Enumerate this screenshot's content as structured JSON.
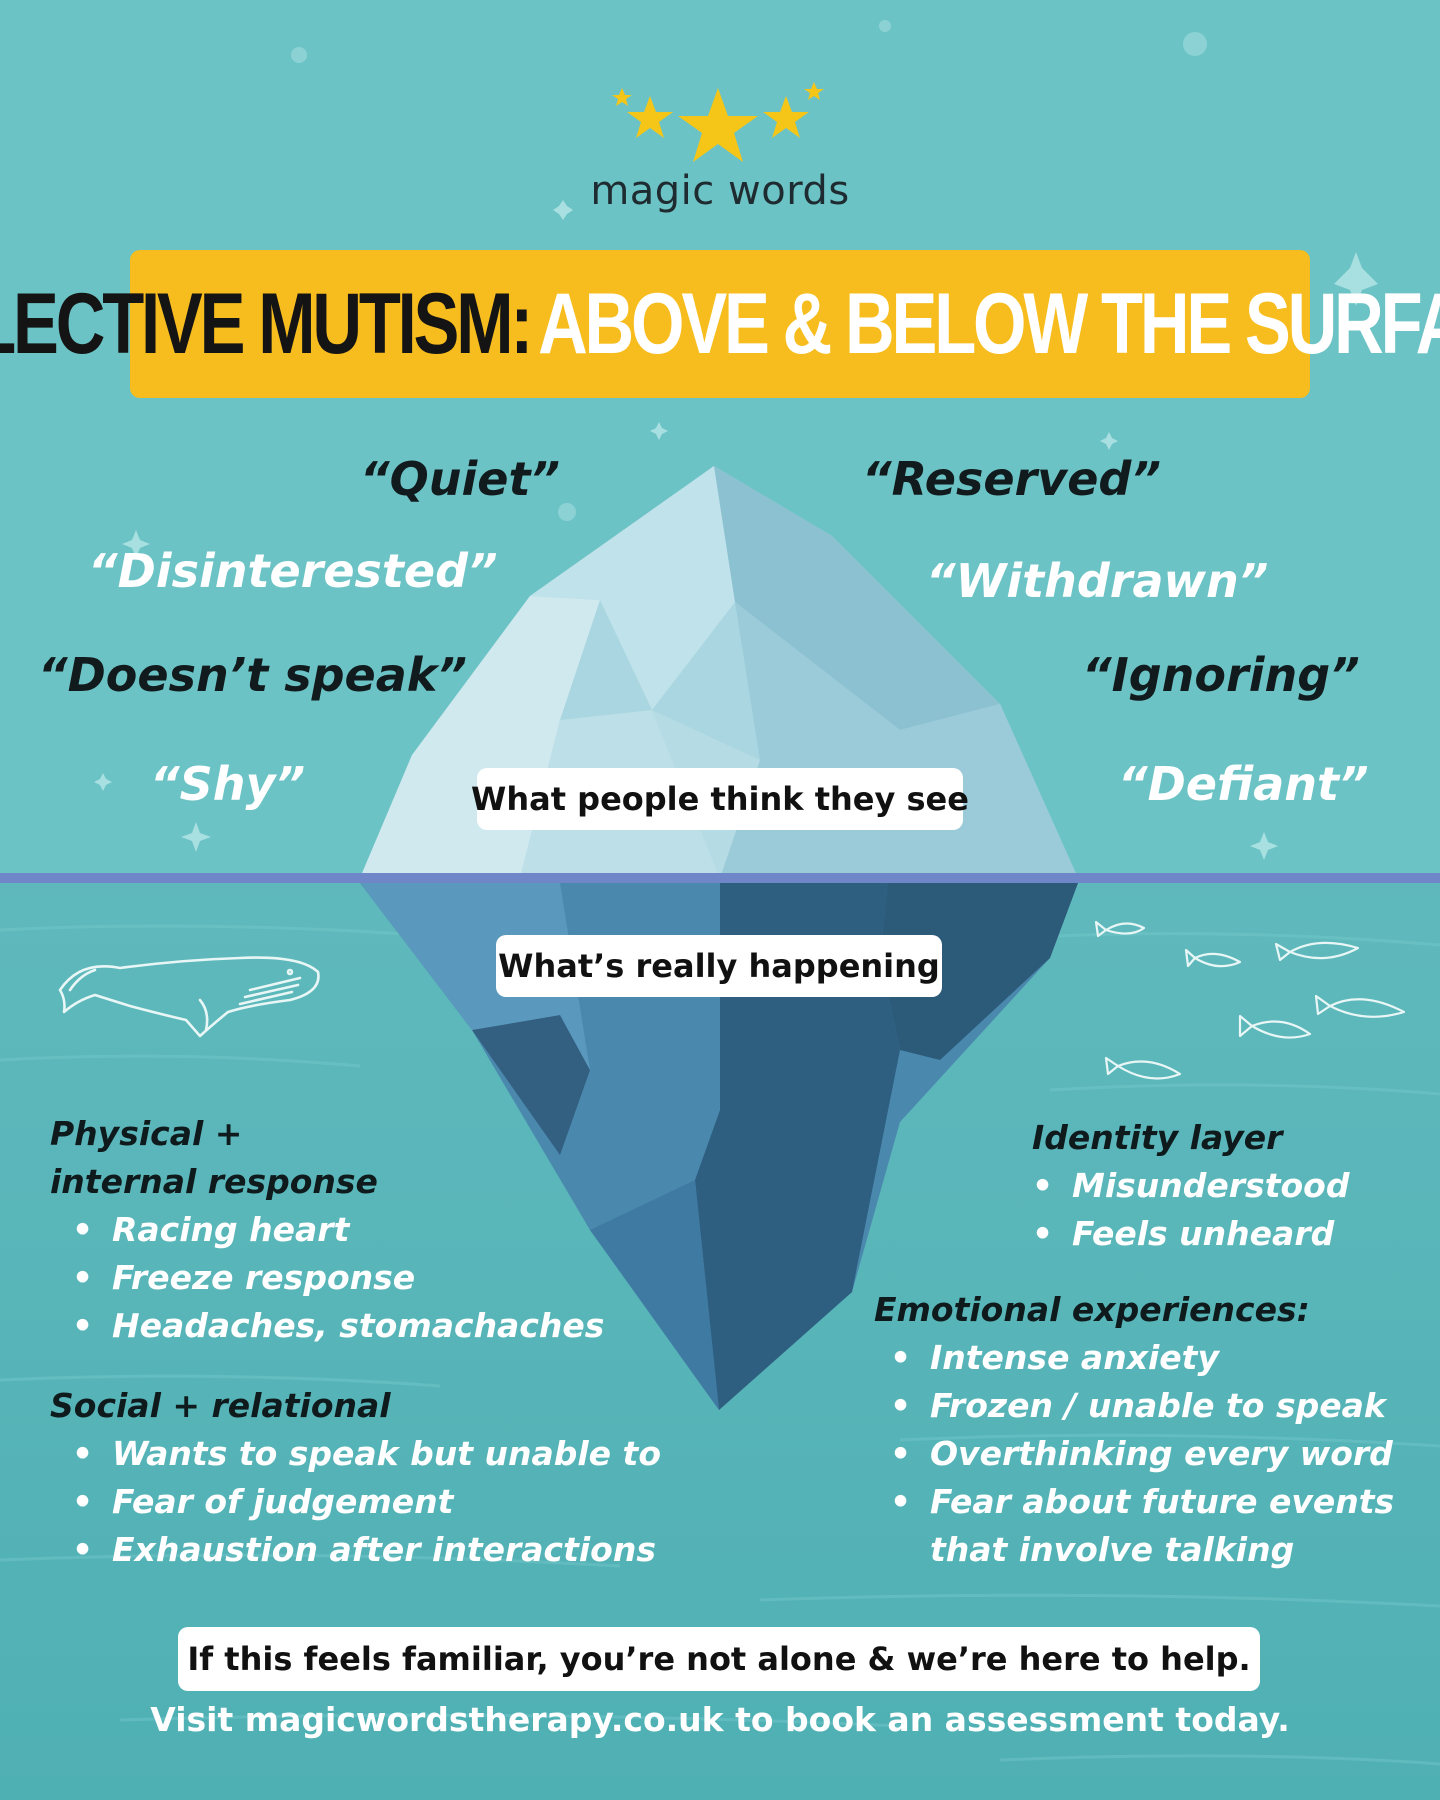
{
  "colors": {
    "sky": "#6cc3c5",
    "sea": "#5ab6b9",
    "waterline": "#6f86c8",
    "banner": "#f7bd1f",
    "star": "#f5c518",
    "ice_light": "#cfe9ee",
    "ice_mid": "#a6d6e0",
    "ice_dark": "#8cc1d2",
    "underwater_light": "#4b8bb0",
    "underwater_dark": "#2e5e7e"
  },
  "logo": {
    "icon": "three-stars-icon",
    "name": "magic words"
  },
  "banner": {
    "title_dark": "SELECTIVE MUTISM:",
    "title_light": "ABOVE & BELOW THE SURFACE"
  },
  "perceptions": {
    "left": [
      {
        "text": "“Quiet”",
        "tone": "dark"
      },
      {
        "text": "“Disinterested”",
        "tone": "light"
      },
      {
        "text": "“Doesn’t speak”",
        "tone": "dark"
      },
      {
        "text": "“Shy”",
        "tone": "light"
      }
    ],
    "right": [
      {
        "text": "“Reserved”",
        "tone": "dark"
      },
      {
        "text": "“Withdrawn”",
        "tone": "light"
      },
      {
        "text": "“Ignoring”",
        "tone": "dark"
      },
      {
        "text": "“Defiant”",
        "tone": "light"
      }
    ]
  },
  "labels": {
    "above": "What people think they see",
    "below": "What’s really happening"
  },
  "sections": {
    "physical": {
      "title_line1": "Physical +",
      "title_line2": "internal response",
      "items": [
        "Racing heart",
        "Freeze response",
        "Headaches, stomachaches"
      ]
    },
    "social": {
      "title": "Social + relational",
      "items": [
        "Wants to speak but unable to",
        "Fear of judgement",
        "Exhaustion after interactions"
      ]
    },
    "identity": {
      "title": "Identity layer",
      "items": [
        "Misunderstood",
        "Feels unheard"
      ]
    },
    "emotional": {
      "title": "Emotional experiences:",
      "items": [
        "Intense anxiety",
        "Frozen / unable to speak",
        "Overthinking every word",
        "Fear about future events"
      ],
      "continuation": "that involve talking"
    }
  },
  "footer": {
    "cta": "If this feels familiar, you’re not alone & we’re here to help.",
    "visit": "Visit magicwordstherapy.co.uk to book an assessment today."
  },
  "decor": {
    "icons": [
      "sparkle-icon",
      "whale-icon",
      "fish-icon"
    ]
  }
}
